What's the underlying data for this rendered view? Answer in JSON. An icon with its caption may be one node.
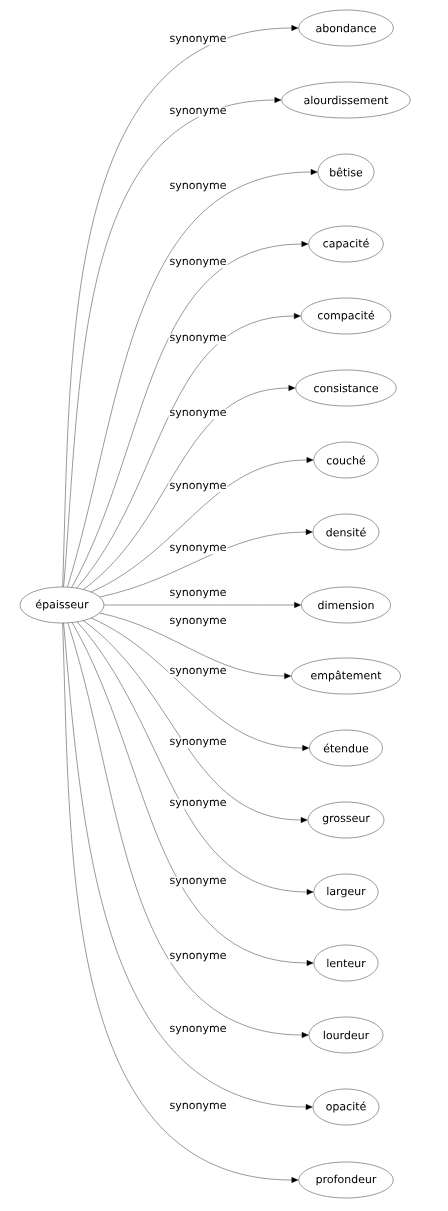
{
  "diagram": {
    "nodes": [
      {
        "text": [
          "épaisseur"
        ]
      },
      {
        "text": [
          "abondance"
        ]
      },
      {
        "text": [
          "alourdissement"
        ]
      },
      {
        "text": [
          "bêtise"
        ]
      },
      {
        "text": [
          "capacité"
        ]
      },
      {
        "text": [
          "compacité"
        ]
      },
      {
        "text": [
          "consistance"
        ]
      },
      {
        "text": [
          "couché"
        ]
      },
      {
        "text": [
          "densité"
        ]
      },
      {
        "text": [
          "dimension"
        ]
      },
      {
        "text": [
          "empâtement"
        ]
      },
      {
        "text": [
          "étendue"
        ]
      },
      {
        "text": [
          "grosseur"
        ]
      },
      {
        "text": [
          "largeur"
        ]
      },
      {
        "text": [
          "lenteur"
        ]
      },
      {
        "text": [
          "lourdeur"
        ]
      },
      {
        "text": [
          "opacité"
        ]
      },
      {
        "text": [
          "profondeur"
        ]
      }
    ],
    "edges": [
      {
        "from": 0,
        "to": 1,
        "arrow": "to",
        "label": "synonyme"
      },
      {
        "from": 0,
        "to": 2,
        "arrow": "to",
        "label": "synonyme"
      },
      {
        "from": 0,
        "to": 3,
        "arrow": "to",
        "label": "synonyme"
      },
      {
        "from": 0,
        "to": 4,
        "arrow": "to",
        "label": "synonyme"
      },
      {
        "from": 0,
        "to": 5,
        "arrow": "to",
        "label": "synonyme"
      },
      {
        "from": 0,
        "to": 6,
        "arrow": "to",
        "label": "synonyme"
      },
      {
        "from": 0,
        "to": 7,
        "arrow": "to",
        "label": "synonyme"
      },
      {
        "from": 0,
        "to": 8,
        "arrow": "to",
        "label": "synonyme"
      },
      {
        "from": 0,
        "to": 9,
        "arrow": "to",
        "label": "synonyme"
      },
      {
        "from": 0,
        "to": 10,
        "arrow": "to",
        "label": "synonyme"
      },
      {
        "from": 0,
        "to": 11,
        "arrow": "to",
        "label": "synonyme"
      },
      {
        "from": 0,
        "to": 12,
        "arrow": "to",
        "label": "synonyme"
      },
      {
        "from": 0,
        "to": 13,
        "arrow": "to",
        "label": "synonyme"
      },
      {
        "from": 0,
        "to": 14,
        "arrow": "to",
        "label": "synonyme"
      },
      {
        "from": 0,
        "to": 15,
        "arrow": "to",
        "label": "synonyme"
      },
      {
        "from": 0,
        "to": 16,
        "arrow": "to",
        "label": "synonyme"
      },
      {
        "from": 0,
        "to": 17,
        "arrow": "to",
        "label": "synonyme"
      }
    ]
  }
}
